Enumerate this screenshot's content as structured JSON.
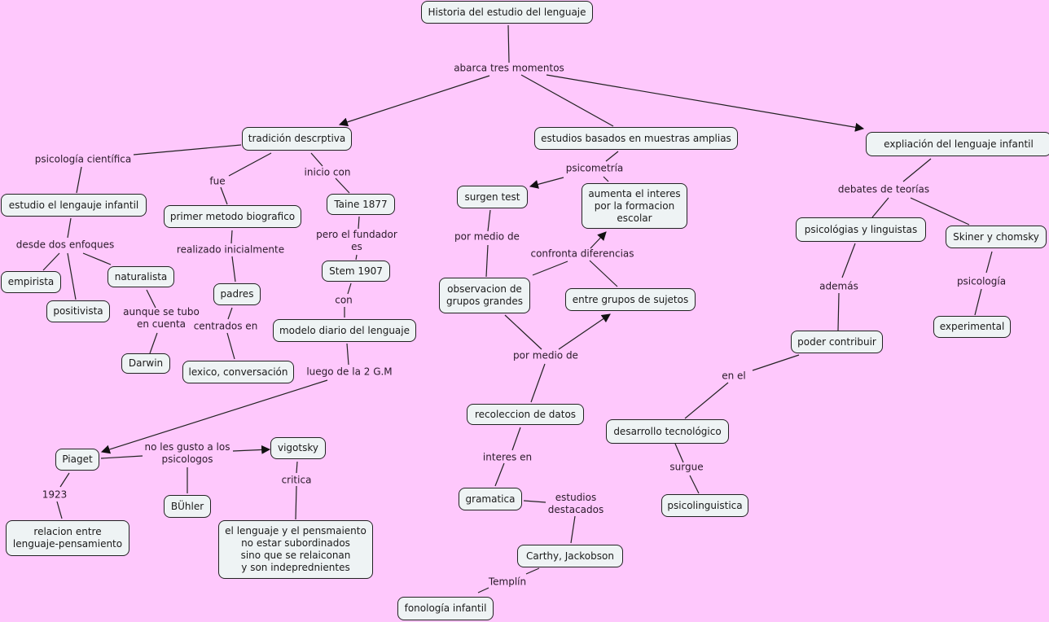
{
  "map_title": "Historia del estudio del lenguaje",
  "colors": {
    "background": "#fec8fc",
    "concept_fill": "#eef3f4",
    "border": "#222222"
  },
  "concepts": {
    "historia": "Historia del estudio del lenguaje",
    "tradicion": "tradición descrptiva",
    "estudios_muestras": "estudios basados en muestras amplias",
    "expliacion": "expliación del lenguaje infantil",
    "estudio_infantil": "estudio el lengauje infantil",
    "primer_metodo": "primer metodo biografico",
    "taine": "Taine 1877",
    "empirista": "empirista",
    "naturalista": "naturalista",
    "positivista": "positivista",
    "darwin": "Darwin",
    "padres": "padres",
    "lexico": "lexico, conversación",
    "stem": "Stem 1907",
    "modelo_diario": "modelo diario del lenguaje",
    "piaget": "Piaget",
    "vigotsky": "vigotsky",
    "buhler": "BÜhler",
    "relacion": "relacion entre\nlenguaje-pensamiento",
    "lenguaje_pensamiento": "el lenguaje y el pensmaiento\nno estar subordinados\nsino que se relaiconan\ny son indeprednientes",
    "surgen_test": "surgen test",
    "aumenta_interes": "aumenta el interes\npor la formacion\nescolar",
    "observacion": "observacion de\ngrupos grandes",
    "entre_grupos": "entre grupos de sujetos",
    "recoleccion": "recoleccion de datos",
    "gramatica": "gramatica",
    "carthy": "Carthy, Jackobson",
    "fonologia": "fonología infantil",
    "psicologias_linguistas": "psicológias y linguistas",
    "skiner": "Skiner y chomsky",
    "experimental": "experimental",
    "poder_contribuir": "poder contribuir",
    "desarrollo": "desarrollo tecnológico",
    "psicolinguistica": "psicolinguistica"
  },
  "linking_phrases": {
    "abarca": "abarca tres momentos",
    "psicologia_cientifica": "psicología científica",
    "fue": "fue",
    "inicio_con": "inicio con",
    "desde_dos": "desde dos enfoques",
    "realizado": "realizado inicialmente",
    "pero_fundador": "pero el fundador\nes",
    "aunque": "aunque se tubo\nen cuenta",
    "centrados": "centrados en",
    "con": "con",
    "luego": "luego de la 2 G.M",
    "no_les_gusto": "no les gusto a los\npsicologos",
    "y1923": "1923",
    "critica": "critica",
    "psicometria": "psicometría",
    "por_medio_1": "por medio de",
    "confronta": "confronta diferencias",
    "por_medio_2": "por medio de",
    "interes_en": "interes en",
    "estudios_destacados": "estudios\ndestacados",
    "templin": "Templín",
    "debates": "debates de teorías",
    "ademas": "además",
    "psicologia": "psicología",
    "en_el": "en el",
    "surgue": "surgue"
  }
}
